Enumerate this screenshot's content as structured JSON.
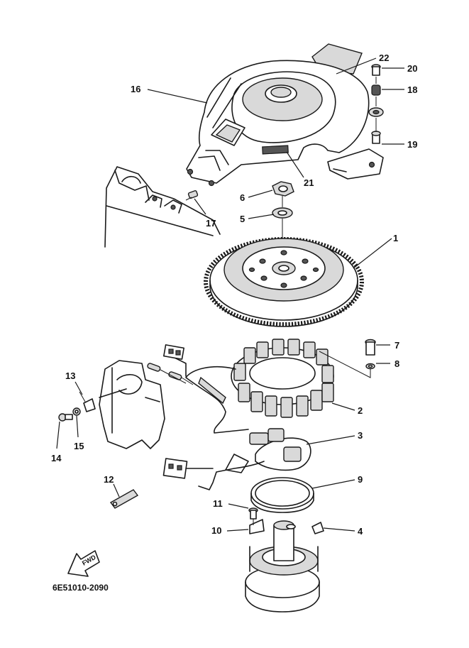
{
  "diagram": {
    "drawing_code": "6E51010-2090",
    "direction_label": "FWD",
    "callouts": [
      {
        "id": "22",
        "label": "22"
      },
      {
        "id": "20",
        "label": "20"
      },
      {
        "id": "18",
        "label": "18"
      },
      {
        "id": "16",
        "label": "16"
      },
      {
        "id": "19",
        "label": "19"
      },
      {
        "id": "21",
        "label": "21"
      },
      {
        "id": "6",
        "label": "6"
      },
      {
        "id": "17",
        "label": "17"
      },
      {
        "id": "5",
        "label": "5"
      },
      {
        "id": "1",
        "label": "1"
      },
      {
        "id": "7",
        "label": "7"
      },
      {
        "id": "8",
        "label": "8"
      },
      {
        "id": "13",
        "label": "13"
      },
      {
        "id": "2",
        "label": "2"
      },
      {
        "id": "14",
        "label": "14"
      },
      {
        "id": "15",
        "label": "15"
      },
      {
        "id": "3",
        "label": "3"
      },
      {
        "id": "12",
        "label": "12"
      },
      {
        "id": "9",
        "label": "9"
      },
      {
        "id": "11",
        "label": "11"
      },
      {
        "id": "10",
        "label": "10"
      },
      {
        "id": "4",
        "label": "4"
      }
    ]
  }
}
